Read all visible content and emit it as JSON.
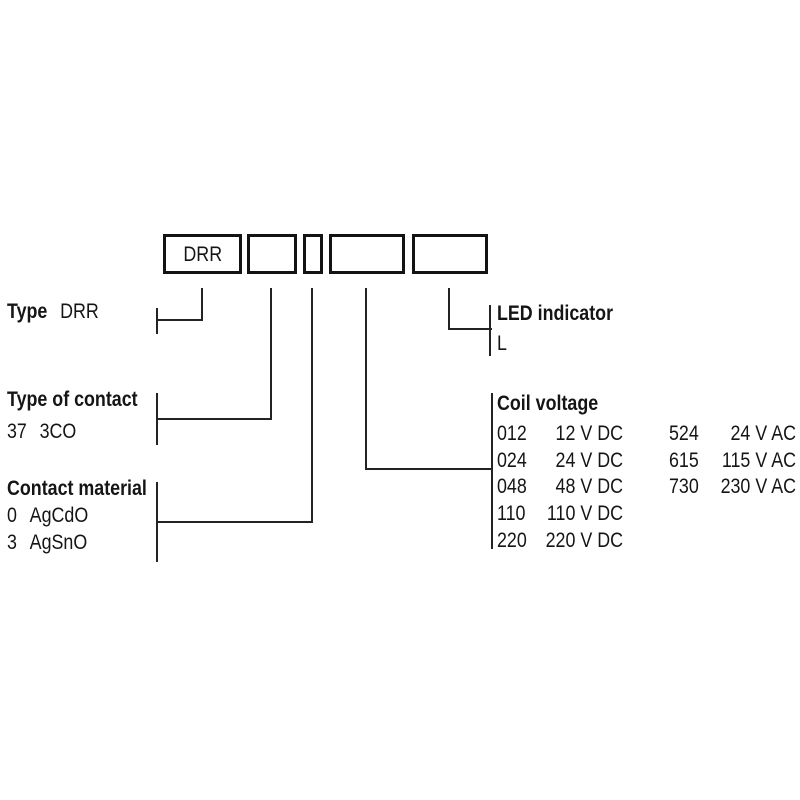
{
  "diagram_type": "relay-ordering-code",
  "colors": {
    "background": "#ffffff",
    "line": "#232323",
    "box_border": "#131313",
    "text": "#151515"
  },
  "code_boxes": {
    "type": "DRR",
    "contact": "",
    "material": "",
    "voltage": "",
    "led": ""
  },
  "type_section": {
    "label": "Type",
    "value": "DRR"
  },
  "contact_section": {
    "label": "Type of contact",
    "rows": [
      {
        "code": "37",
        "name": "3CO"
      }
    ]
  },
  "material_section": {
    "label": "Contact material",
    "rows": [
      {
        "code": "0",
        "name": "AgCdO"
      },
      {
        "code": "3",
        "name": "AgSnO"
      }
    ]
  },
  "led_section": {
    "label": "LED indicator",
    "value": "L"
  },
  "coil_section": {
    "label": "Coil voltage",
    "dc": [
      {
        "code": "012",
        "value": "12 V DC"
      },
      {
        "code": "024",
        "value": "24 V DC"
      },
      {
        "code": "048",
        "value": "48 V DC"
      },
      {
        "code": "110",
        "value": "110 V DC"
      },
      {
        "code": "220",
        "value": "220 V DC"
      }
    ],
    "ac": [
      {
        "code": "524",
        "value": "24 V AC"
      },
      {
        "code": "615",
        "value": "115 V AC"
      },
      {
        "code": "730",
        "value": "230 V AC"
      }
    ]
  }
}
